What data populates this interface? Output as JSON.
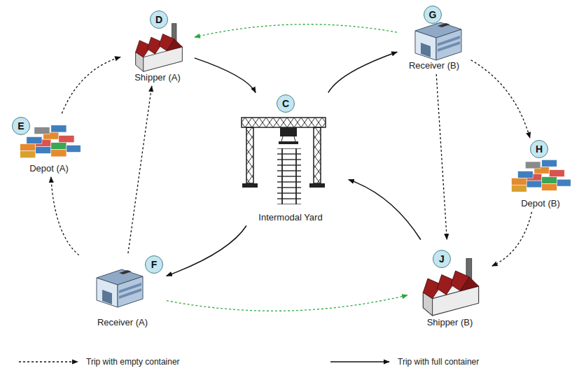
{
  "diagram": {
    "nodes": [
      {
        "text": [
          "Shipper (A)"
        ]
      },
      {
        "text": [
          "D"
        ],
        "in": 0
      },
      {
        "text": [
          "Receiver (B)"
        ]
      },
      {
        "text": [
          "G"
        ],
        "in": 2
      },
      {
        "text": [
          "Depot (A)"
        ]
      },
      {
        "text": [
          "E"
        ],
        "in": 4
      },
      {
        "text": [
          "Intermodal Yard"
        ]
      },
      {
        "text": [
          "C"
        ],
        "in": 6
      },
      {
        "text": [
          "Depot (B)"
        ]
      },
      {
        "text": [
          "H"
        ],
        "in": 8
      },
      {
        "text": [
          "Receiver (A)"
        ]
      },
      {
        "text": [
          "F"
        ],
        "in": 10
      },
      {
        "text": [
          "Shipper (B)"
        ]
      },
      {
        "text": [
          "J"
        ],
        "in": 12
      }
    ],
    "edges": [
      {
        "from": 0,
        "to": 6,
        "arrow": "to"
      },
      {
        "from": 6,
        "to": 2,
        "arrow": "to"
      },
      {
        "from": 6,
        "to": 10,
        "arrow": "to"
      },
      {
        "from": 12,
        "to": 6,
        "arrow": "to"
      },
      {
        "from": 4,
        "to": 0,
        "arrow": "to"
      },
      {
        "from": 10,
        "to": 4,
        "arrow": "to"
      },
      {
        "from": 10,
        "to": 0,
        "arrow": "to"
      },
      {
        "from": 2,
        "to": 0,
        "arrow": "to"
      },
      {
        "from": 2,
        "to": 8,
        "arrow": "to"
      },
      {
        "from": 2,
        "to": 12,
        "arrow": "to"
      },
      {
        "from": 8,
        "to": 12,
        "arrow": "to"
      },
      {
        "from": 10,
        "to": 12,
        "arrow": "to"
      }
    ],
    "legend": [
      {
        "text": "Trip with empty container"
      },
      {
        "text": "Trip with full container"
      }
    ]
  }
}
